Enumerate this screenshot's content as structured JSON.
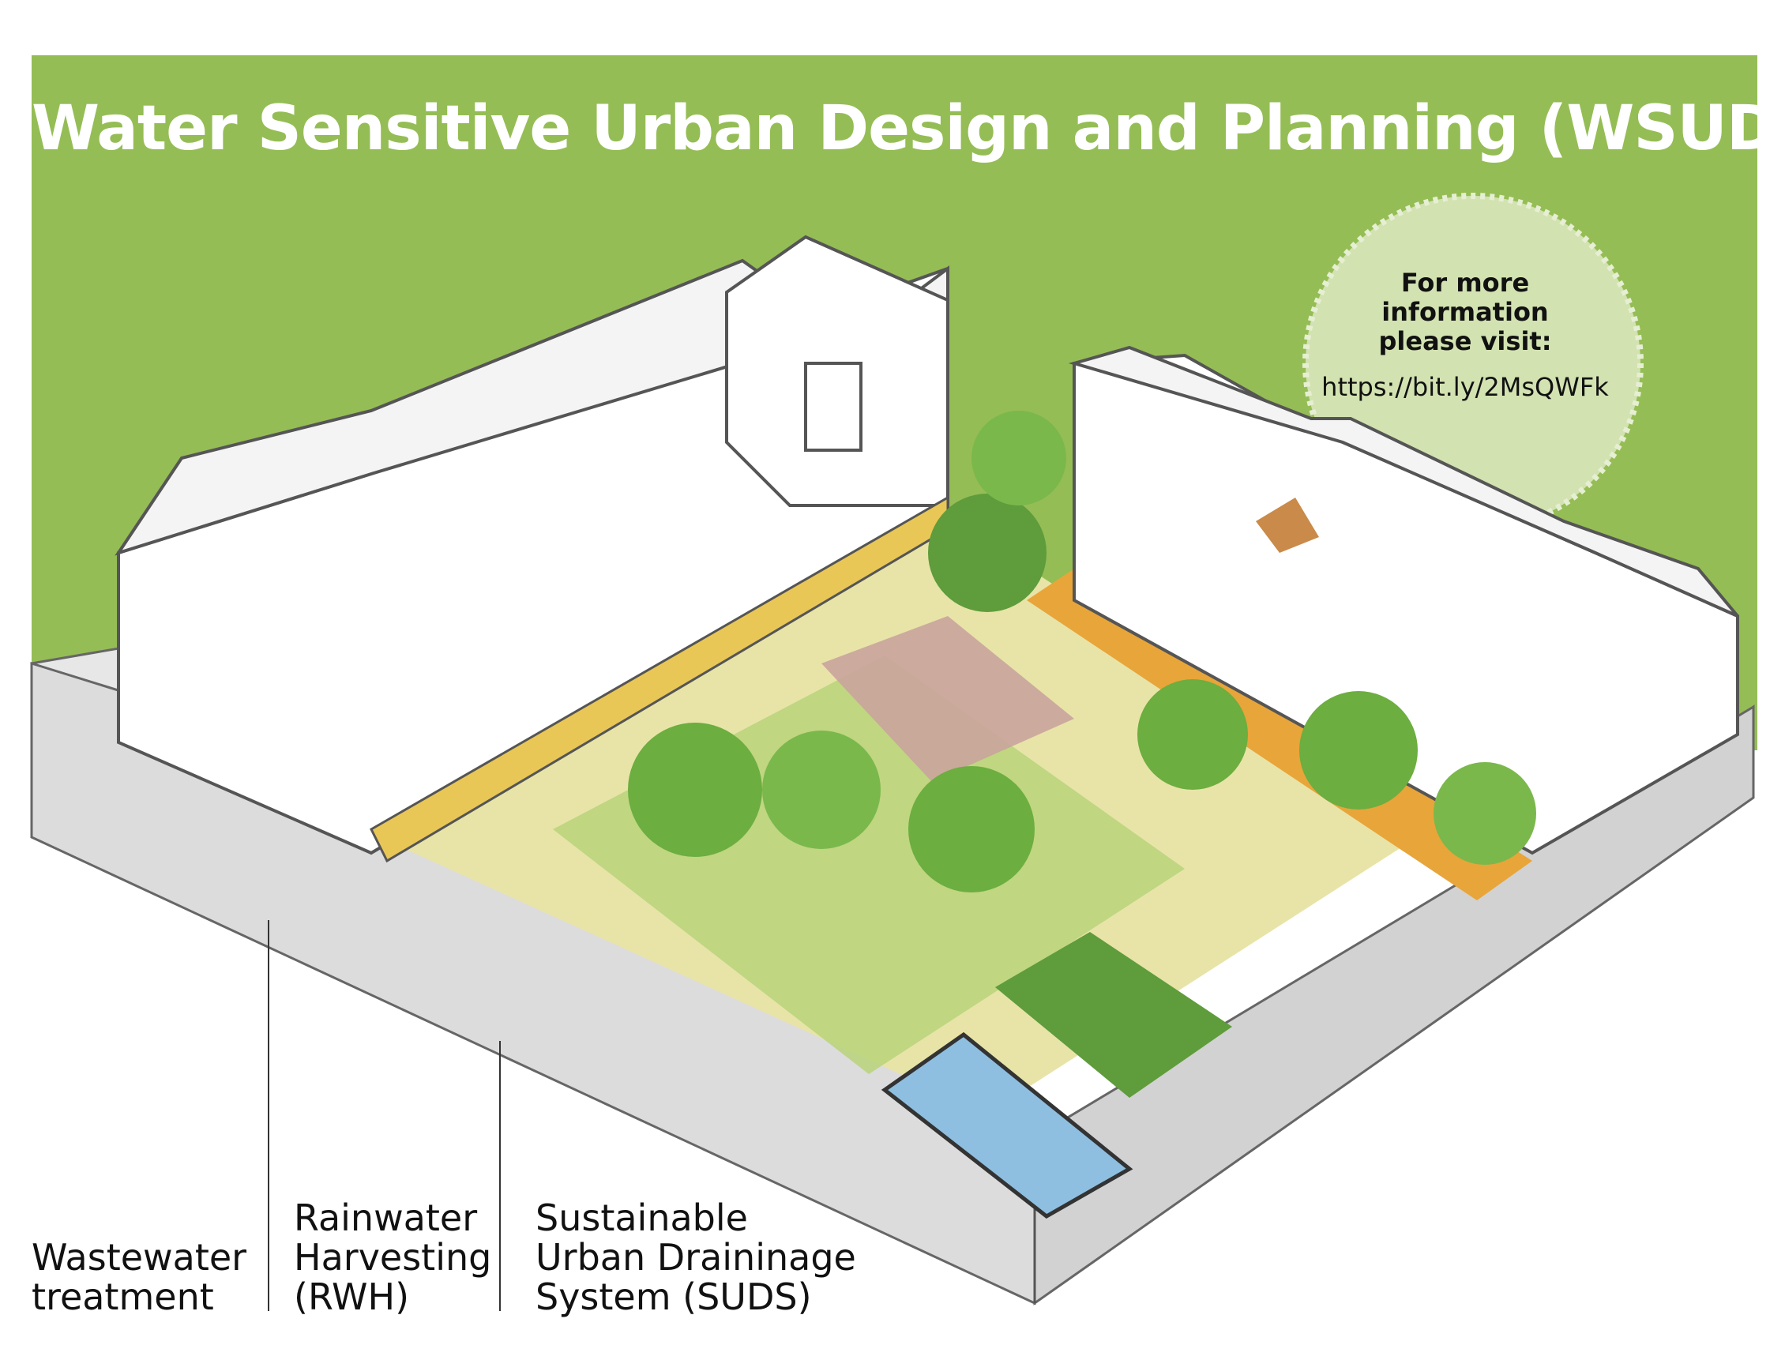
{
  "header": {
    "title": "Water Sensitive Urban Design and Planning (WSUDP)"
  },
  "info_badge": {
    "lines": [
      "For more",
      "information",
      "please visit:"
    ],
    "url": "https://bit.ly/2MsQWFk"
  },
  "labels": {
    "wastewater": [
      "Wastewater",
      "treatment"
    ],
    "rwh": [
      "Rainwater",
      "Harvesting",
      "(RWH)"
    ],
    "suds": [
      "Sustainable",
      "Urban Draininage",
      "System (SUDS)"
    ]
  },
  "colors": {
    "banner": "#95bd55",
    "badge": "#d2e2b1",
    "ground": "#e6e6e6",
    "water": "#8fbfe0",
    "tree": "#6cae3f",
    "path": "#e8b340"
  }
}
